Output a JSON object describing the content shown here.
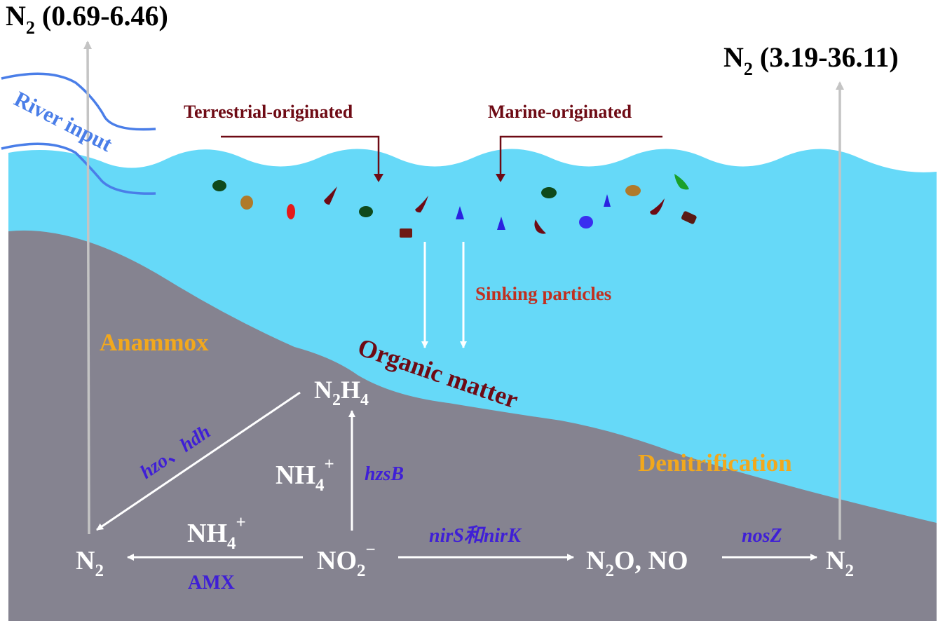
{
  "emissions": {
    "left": {
      "symbol": "N",
      "subscript": "2",
      "range": "(0.69-6.46)"
    },
    "right": {
      "symbol": "N",
      "subscript": "2",
      "range": "(3.19-36.11)"
    }
  },
  "river_input": "River input",
  "sources": {
    "terrestrial": "Terrestrial-originated",
    "marine": "Marine-originated"
  },
  "sinking_particles": "Sinking particles",
  "organic_matter": "Organic matter",
  "processes": {
    "anammox": "Anammox",
    "denitrification": "Denitrification"
  },
  "species": {
    "n2h4": {
      "a": "N",
      "a_sub": "2",
      "b": "H",
      "b_sub": "4"
    },
    "nh4_upper": {
      "base": "NH",
      "sub": "4",
      "sup": "+"
    },
    "nh4_lower": {
      "base": "NH",
      "sub": "4",
      "sup": "+"
    },
    "no2": {
      "base": "NO",
      "sub": "2",
      "sup": "−"
    },
    "n2o_no": {
      "a": "N",
      "a_sub": "2",
      "b": "O, NO"
    },
    "n2_left": {
      "base": "N",
      "sub": "2"
    },
    "n2_right": {
      "base": "N",
      "sub": "2"
    }
  },
  "genes": {
    "hzo_hdh": "hzo、hdh",
    "hzsb": "hzsB",
    "amx": "AMX",
    "nirs_nirk": "nirS和nirK",
    "nosz": "nosZ"
  },
  "colors": {
    "water": "#66d9f8",
    "sediment": "#858390",
    "river": "#4a7ee8",
    "label_dark_red": "#6e0a14",
    "sinking_red": "#c03020",
    "process_orange": "#f2a81d",
    "gene_blue": "#3f1fd6",
    "emission_arrow": "#c4c4c4"
  }
}
